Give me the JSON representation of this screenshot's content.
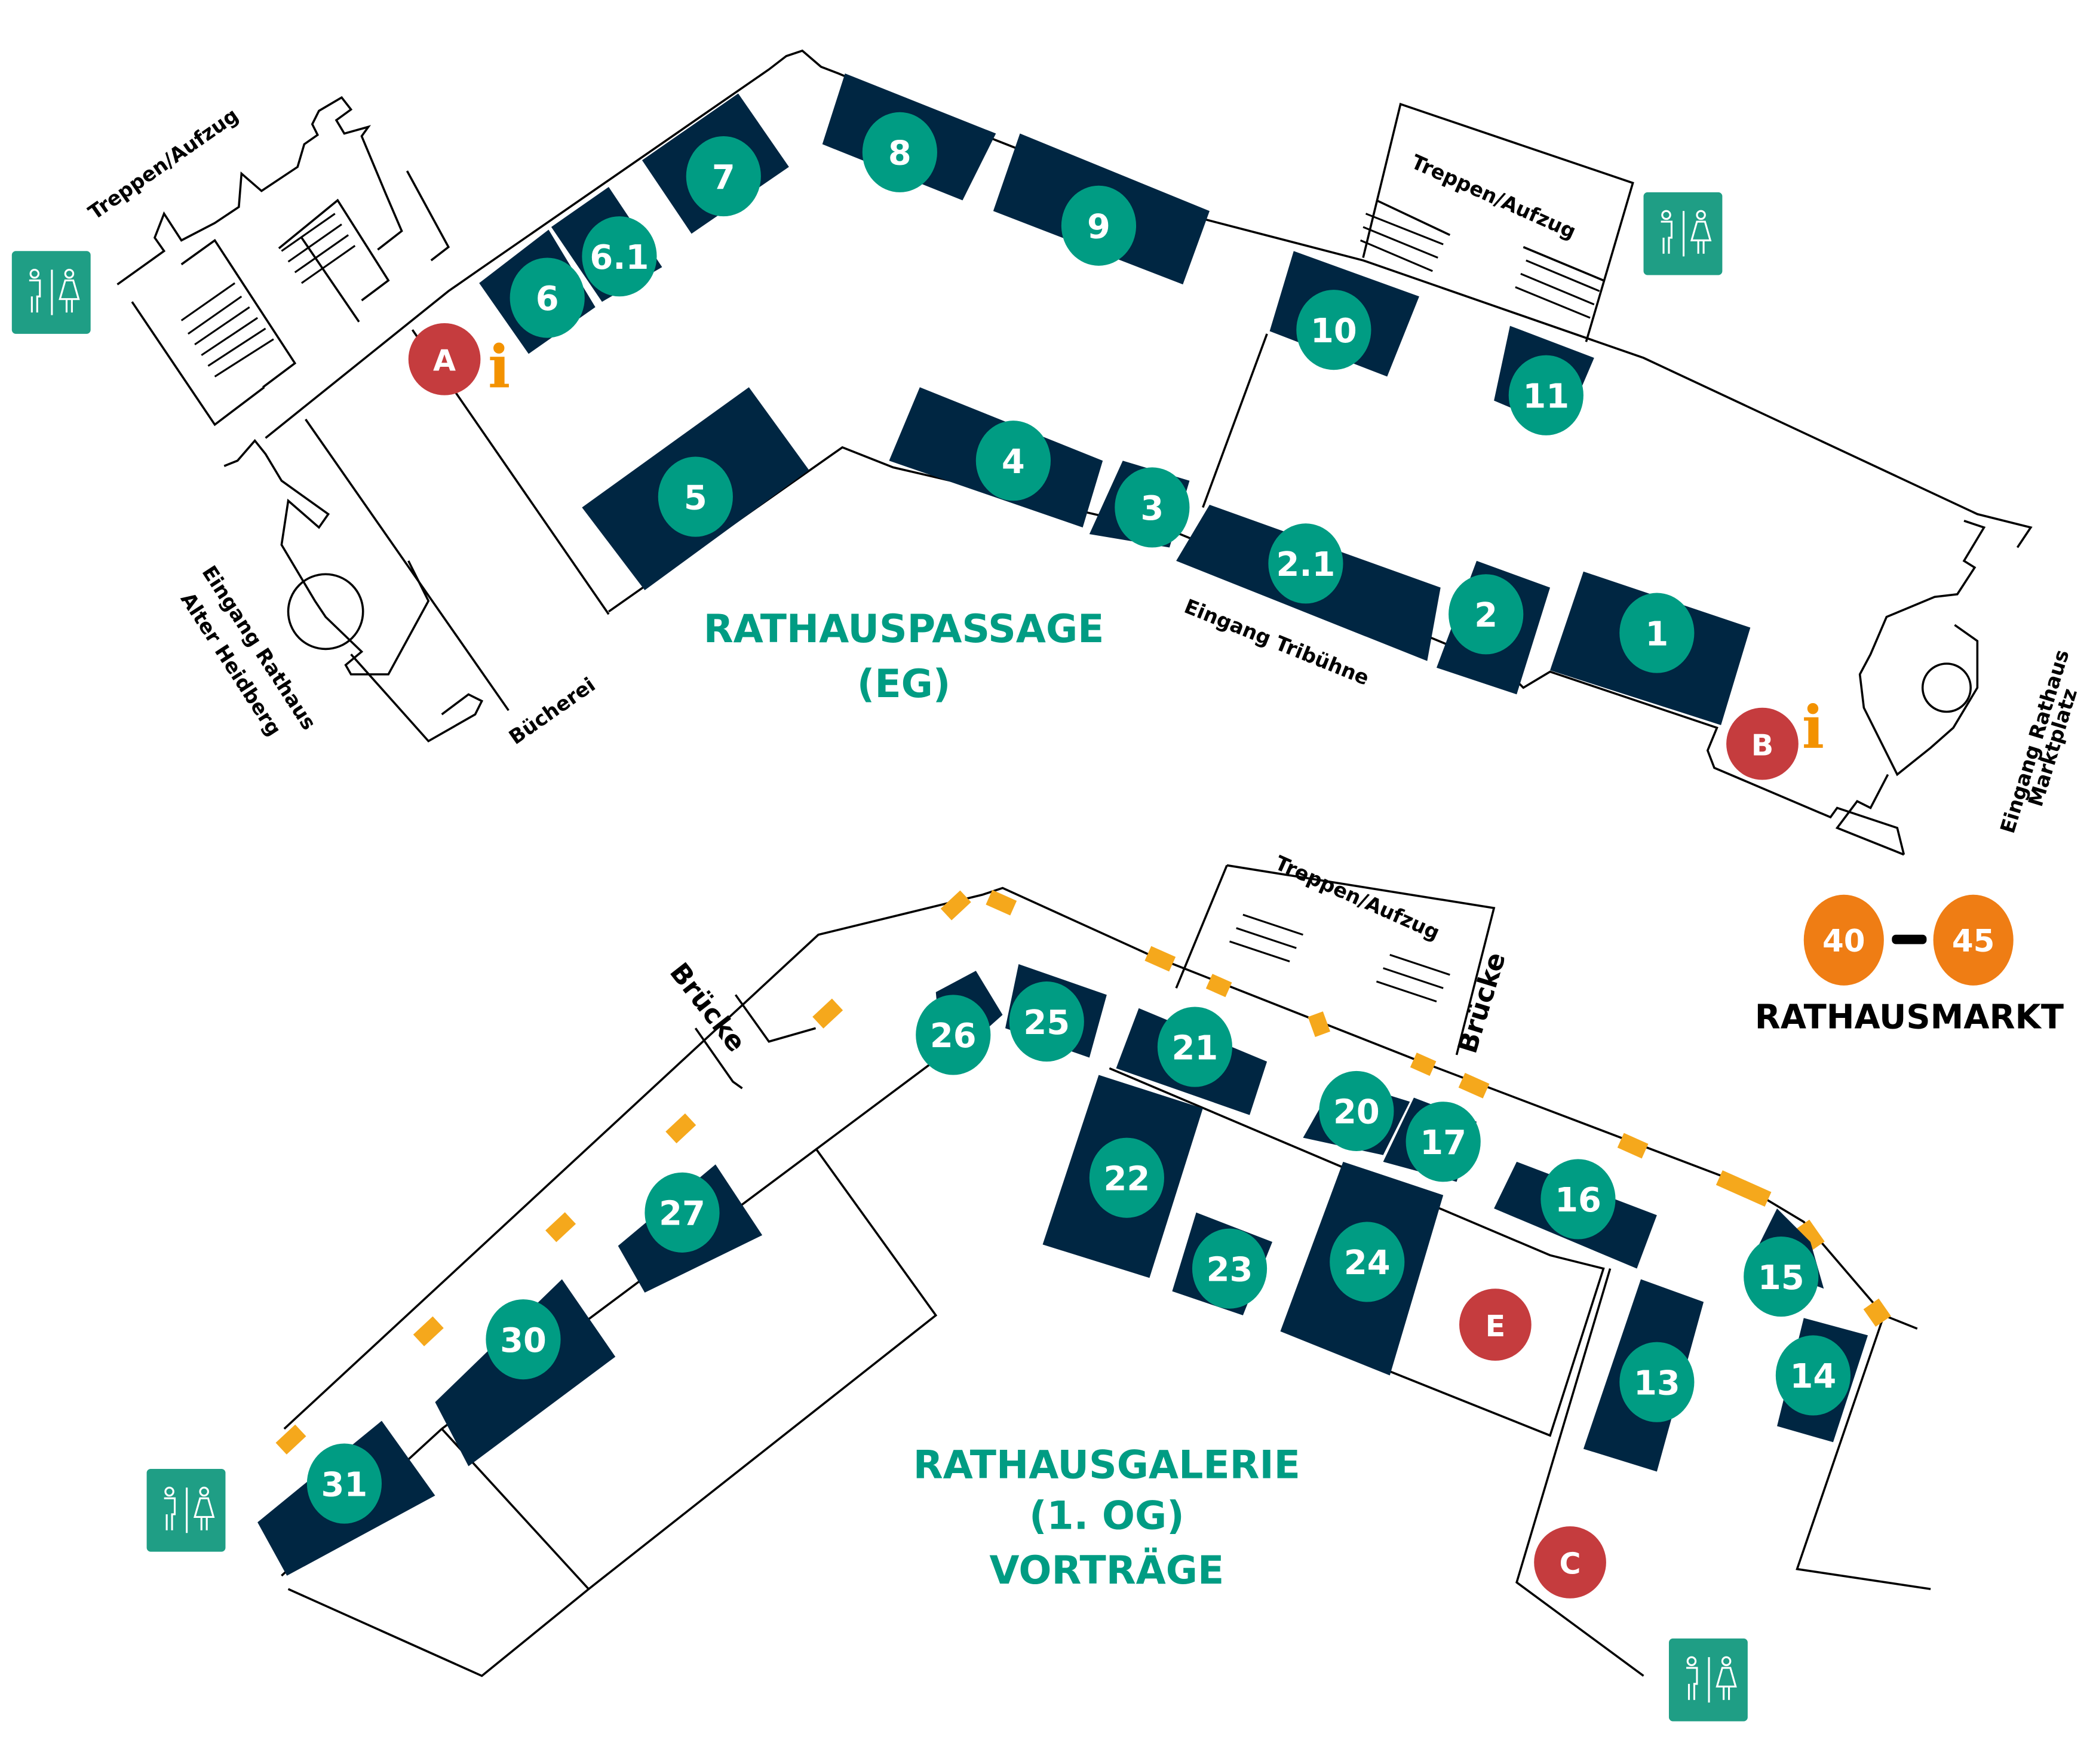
{
  "colors": {
    "stall": "#002642",
    "stall_badge": "#009c83",
    "poi_badge": "#c53c3e",
    "info": "#f39200",
    "market_badge": "#ef7d14",
    "bridge_marker": "#f5a81c",
    "wc": "#1f9e85"
  },
  "areas": {
    "ground_floor": {
      "line1": "RATHAUSPASSAGE",
      "line2": "(EG)"
    },
    "first_floor": {
      "line1": "RATHAUSGALERIE",
      "line2": "(1. OG)",
      "line3": "VORTRÄGE"
    }
  },
  "labels": {
    "stairs_top_left": "Treppen/Aufzug",
    "stairs_top_right": "Treppen/Aufzug",
    "stairs_bottom": "Treppen/Aufzug",
    "entrance_left_line1": "Eingang Rathaus",
    "entrance_left_line2": "Alter Heidberg",
    "entrance_right_line1": "Eingang Rathaus",
    "entrance_right_line2": "Marktplatz",
    "library": "Bücherei",
    "entrance_tribune": "Eingang Tribühne",
    "bridge_left": "Brücke",
    "bridge_right": "Brücke"
  },
  "stalls_ground": [
    "1",
    "2",
    "2.1",
    "3",
    "4",
    "5",
    "6",
    "6.1",
    "7",
    "8",
    "9",
    "10",
    "11"
  ],
  "stalls_first": [
    "13",
    "14",
    "15",
    "16",
    "17",
    "20",
    "21",
    "22",
    "23",
    "24",
    "25",
    "26",
    "27",
    "30",
    "31"
  ],
  "points": [
    "A",
    "B",
    "C",
    "E"
  ],
  "info_icon": "i",
  "market": {
    "from": "40",
    "to": "45",
    "title": "RATHAUSMARKT"
  },
  "icons": {
    "toilet": "toilet-icon",
    "info": "info-icon"
  }
}
